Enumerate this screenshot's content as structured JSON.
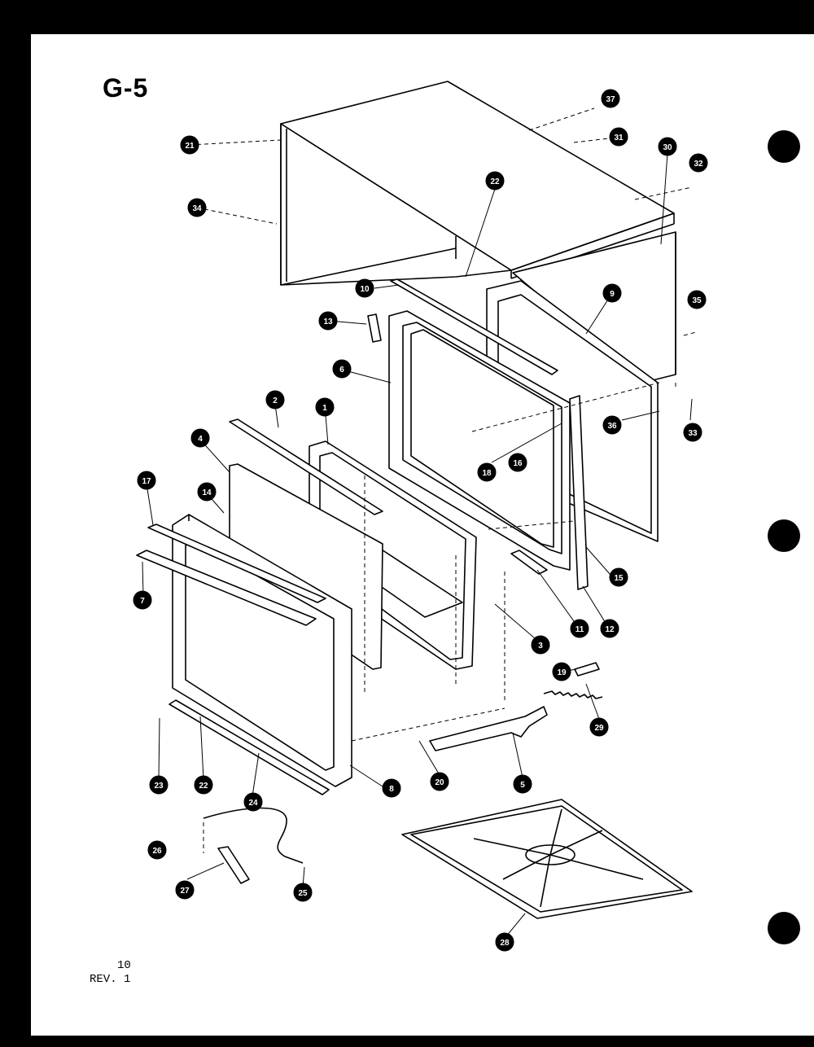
{
  "page": {
    "title": "G-5",
    "footer_page": "10",
    "footer_rev": "REV. 1"
  },
  "callouts": [
    {
      "id": "c1",
      "label": "1"
    },
    {
      "id": "c2",
      "label": "2"
    },
    {
      "id": "c3",
      "label": "3"
    },
    {
      "id": "c4",
      "label": "4"
    },
    {
      "id": "c5",
      "label": "5"
    },
    {
      "id": "c6",
      "label": "6"
    },
    {
      "id": "c7",
      "label": "7"
    },
    {
      "id": "c8",
      "label": "8"
    },
    {
      "id": "c9",
      "label": "9"
    },
    {
      "id": "c10",
      "label": "10"
    },
    {
      "id": "c11",
      "label": "11"
    },
    {
      "id": "c12",
      "label": "12"
    },
    {
      "id": "c13",
      "label": "13"
    },
    {
      "id": "c14",
      "label": "14"
    },
    {
      "id": "c15",
      "label": "15"
    },
    {
      "id": "c16",
      "label": "16"
    },
    {
      "id": "c17",
      "label": "17"
    },
    {
      "id": "c18",
      "label": "18"
    },
    {
      "id": "c19",
      "label": "19"
    },
    {
      "id": "c20",
      "label": "20"
    },
    {
      "id": "c21",
      "label": "21"
    },
    {
      "id": "c22a",
      "label": "22"
    },
    {
      "id": "c22b",
      "label": "22"
    },
    {
      "id": "c23",
      "label": "23"
    },
    {
      "id": "c24",
      "label": "24"
    },
    {
      "id": "c25",
      "label": "25"
    },
    {
      "id": "c26",
      "label": "26"
    },
    {
      "id": "c27",
      "label": "27"
    },
    {
      "id": "c28",
      "label": "28"
    },
    {
      "id": "c29",
      "label": "29"
    },
    {
      "id": "c30",
      "label": "30"
    },
    {
      "id": "c31",
      "label": "31"
    },
    {
      "id": "c32",
      "label": "32"
    },
    {
      "id": "c33",
      "label": "33"
    },
    {
      "id": "c34",
      "label": "34"
    },
    {
      "id": "c35",
      "label": "35"
    },
    {
      "id": "c36",
      "label": "36"
    },
    {
      "id": "c37",
      "label": "37"
    }
  ]
}
